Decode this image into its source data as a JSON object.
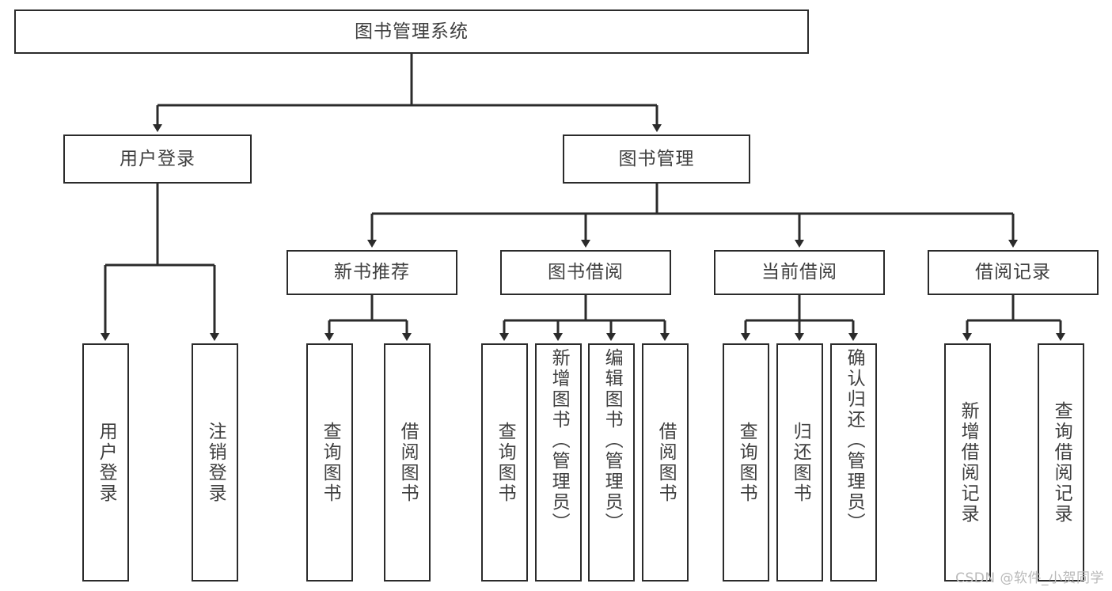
{
  "diagram": {
    "title": "图书管理系统",
    "type": "tree-hierarchy",
    "root": {
      "id": "root",
      "label": "图书管理系统"
    },
    "level2": [
      {
        "id": "user-login",
        "label": "用户登录"
      },
      {
        "id": "book-manage",
        "label": "图书管理"
      }
    ],
    "level3": [
      {
        "id": "new-book-rec",
        "label": "新书推荐",
        "parent": "book-manage"
      },
      {
        "id": "book-borrow",
        "label": "图书借阅",
        "parent": "book-manage"
      },
      {
        "id": "current-borrow",
        "label": "当前借阅",
        "parent": "book-manage"
      },
      {
        "id": "borrow-record",
        "label": "借阅记录",
        "parent": "book-manage"
      }
    ],
    "leaves": [
      {
        "id": "leaf-user-login",
        "label": "用户登录",
        "parent": "user-login"
      },
      {
        "id": "leaf-logout",
        "label": "注销登录",
        "parent": "user-login"
      },
      {
        "id": "leaf-query-book-1",
        "label": "查询图书",
        "parent": "new-book-rec"
      },
      {
        "id": "leaf-borrow-book-1",
        "label": "借阅图书",
        "parent": "new-book-rec"
      },
      {
        "id": "leaf-query-book-2",
        "label": "查询图书",
        "parent": "book-borrow"
      },
      {
        "id": "leaf-add-book",
        "label": "新增图书（管理员）",
        "parent": "book-borrow"
      },
      {
        "id": "leaf-edit-book",
        "label": "编辑图书（管理员）",
        "parent": "book-borrow"
      },
      {
        "id": "leaf-borrow-book-2",
        "label": "借阅图书",
        "parent": "book-borrow"
      },
      {
        "id": "leaf-query-book-3",
        "label": "查询图书",
        "parent": "current-borrow"
      },
      {
        "id": "leaf-return-book",
        "label": "归还图书",
        "parent": "current-borrow"
      },
      {
        "id": "leaf-confirm-return",
        "label": "确认归还（管理员）",
        "parent": "current-borrow"
      },
      {
        "id": "leaf-add-record",
        "label": "新增借阅记录",
        "parent": "borrow-record"
      },
      {
        "id": "leaf-query-record",
        "label": "查询借阅记录",
        "parent": "borrow-record"
      }
    ]
  },
  "watermark": {
    "text": "CSDN @软件_小贺同学"
  },
  "colors": {
    "stroke": "#2b2b2b",
    "text": "#3f3f3f",
    "background": "#ffffff",
    "watermark": "#b9b9b9"
  }
}
